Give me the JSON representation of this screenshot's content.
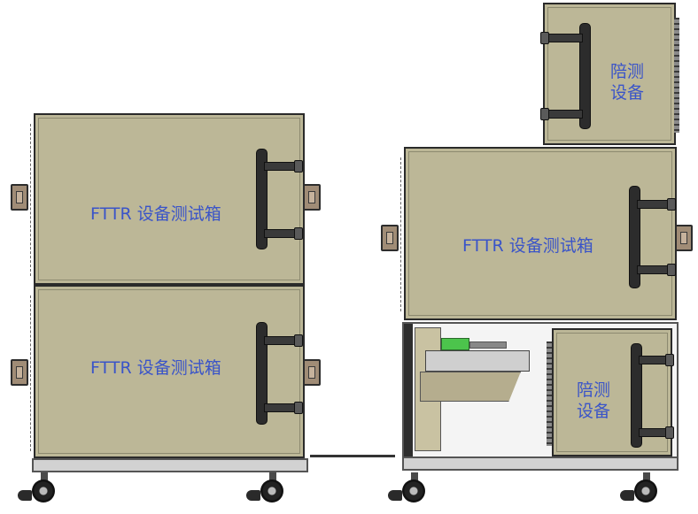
{
  "diagram": {
    "left_stack": {
      "top_box_label": "FTTR 设备测试箱",
      "bottom_box_label": "FTTR 设备测试箱"
    },
    "right_stack": {
      "top_small_box_label": "陪测\n设备",
      "middle_box_label": "FTTR 设备测试箱",
      "lower_small_box_label": "陪测\n设备"
    },
    "colors": {
      "box_fill": "#bcb797",
      "label_text": "#3a54c8",
      "frame": "#2a2a2a"
    }
  }
}
